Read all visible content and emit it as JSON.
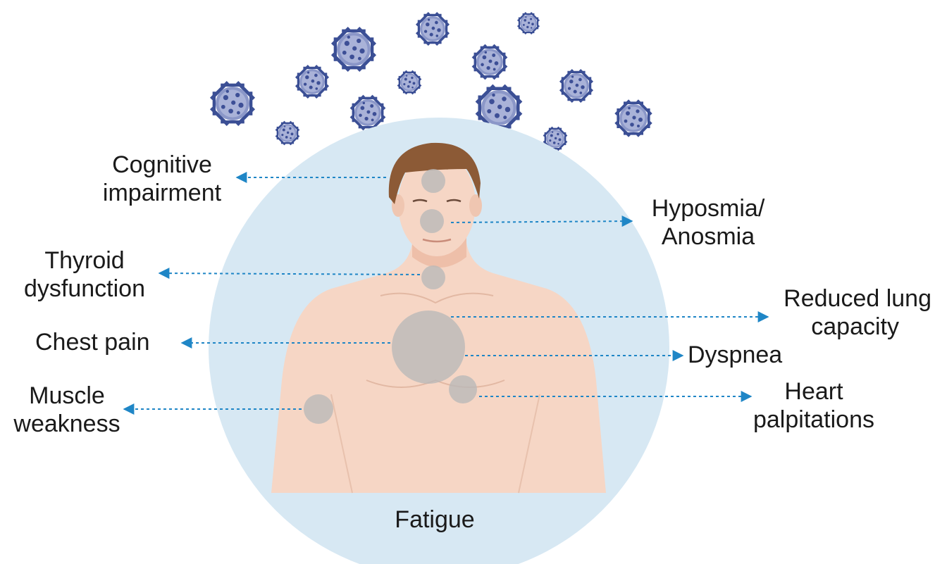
{
  "center_label": "Fatigue",
  "symptoms": {
    "cognitive": [
      "Cognitive",
      "impairment"
    ],
    "thyroid": [
      "Thyroid",
      "dysfunction"
    ],
    "chest_pain": [
      "Chest pain"
    ],
    "muscle": [
      "Muscle",
      "weakness"
    ],
    "smell": [
      "Hyposmia/",
      "Anosmia"
    ],
    "lung": [
      "Reduced lung",
      "capacity"
    ],
    "dyspnea": [
      "Dyspnea"
    ],
    "heart": [
      "Heart",
      "palpitations"
    ]
  },
  "icons": {
    "virus": "coronavirus-particle-icon",
    "body": "human-torso-icon"
  },
  "colors": {
    "circle": "#d7e8f3",
    "skin": "#f6d6c5",
    "hair": "#8c5a36",
    "marker": "#b9b9b9",
    "arrow": "#1f86c6",
    "virus": "#4a5fa3"
  }
}
